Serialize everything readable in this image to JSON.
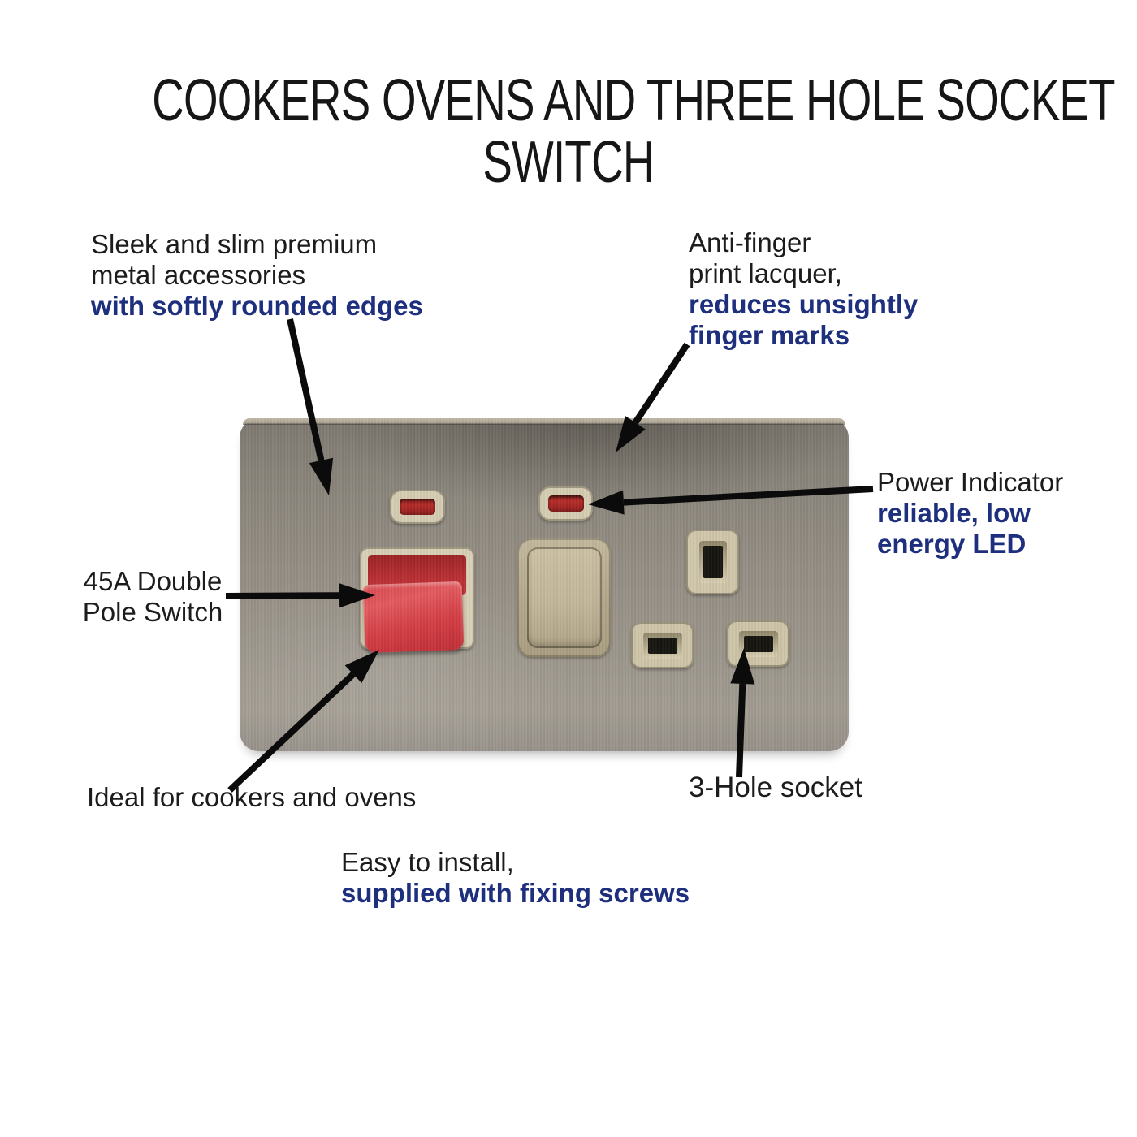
{
  "title": {
    "line1": "COOKERS OVENS AND THREE HOLE SOCKET",
    "line2": "SWITCH"
  },
  "annotations": {
    "sleek": {
      "black1": "Sleek and slim premium",
      "black2": "metal accessories",
      "blue1": "with softly rounded edges"
    },
    "antifinger": {
      "black1": "Anti-finger",
      "black2": "print lacquer,",
      "blue1": "reduces unsightly",
      "blue2": "finger marks"
    },
    "power": {
      "black1": "Power Indicator",
      "blue1": "reliable, low",
      "blue2": "energy LED"
    },
    "double_pole": {
      "black1": "45A Double",
      "black2": "Pole Switch"
    },
    "ideal": {
      "black1": "Ideal for cookers and ovens"
    },
    "three_hole": {
      "black1": "3-Hole socket"
    },
    "easy": {
      "black1": "Easy to install,",
      "blue1": "supplied with fixing screws"
    }
  },
  "colors": {
    "annotation_blue": "#1e2f7e",
    "text_black": "#1c1c1c",
    "arrow_black": "#0b0b0b",
    "plate_metal": "#938d83",
    "trim_khaki": "#d6cdb2",
    "led_red": "#a32523",
    "switch_red": "#d23d44",
    "rocker_beige": "#c2b699",
    "socket_hole_dark": "#17150f"
  }
}
